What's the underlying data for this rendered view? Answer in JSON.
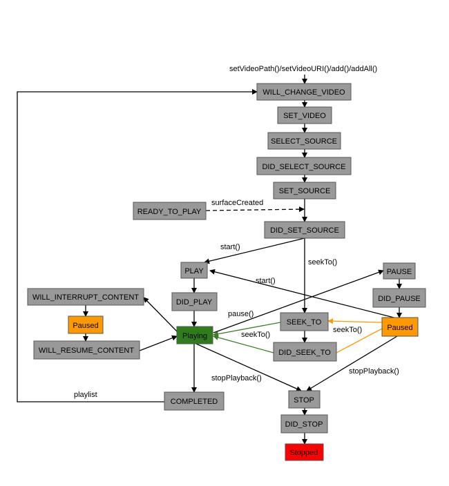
{
  "colors": {
    "state": "#999999",
    "paused": "#ff9900",
    "playing": "#2e7d1a",
    "stopped": "#ff0000",
    "edge_default": "#000000",
    "edge_green": "#3a7d22",
    "edge_orange": "#ff9900"
  },
  "nodes": {
    "will_change_video": "WILL_CHANGE_VIDEO",
    "set_video": "SET_VIDEO",
    "select_source": "SELECT_SOURCE",
    "did_select_source": "DID_SELECT_SOURCE",
    "set_source": "SET_SOURCE",
    "ready_to_play": "READY_TO_PLAY",
    "did_set_source": "DID_SET_SOURCE",
    "play": "PLAY",
    "did_play": "DID_PLAY",
    "playing": "Playing",
    "seek_to": "SEEK_TO",
    "did_seek_to": "DID_SEEK_TO",
    "pause": "PAUSE",
    "did_pause": "DID_PAUSE",
    "paused_right": "Paused",
    "will_interrupt_content": "WILL_INTERRUPT_CONTENT",
    "paused_left": "Paused",
    "will_resume_content": "WILL_RESUME_CONTENT",
    "completed": "COMPLETED",
    "stop": "STOP",
    "did_stop": "DID_STOP",
    "stopped": "Stopped"
  },
  "labels": {
    "entry": "setVideoPath()/setVideoURI()/add()/addAll()",
    "surface_created": "surfaceCreated",
    "start_1": "start()",
    "seek_to_1": "seekTo()",
    "start_2": "start()",
    "pause": "pause()",
    "seek_to_2": "seekTo()",
    "seek_to_3": "seekTo()",
    "stop_playback_1": "stopPlayback()",
    "stop_playback_2": "stopPlayback()",
    "playlist": "playlist"
  }
}
